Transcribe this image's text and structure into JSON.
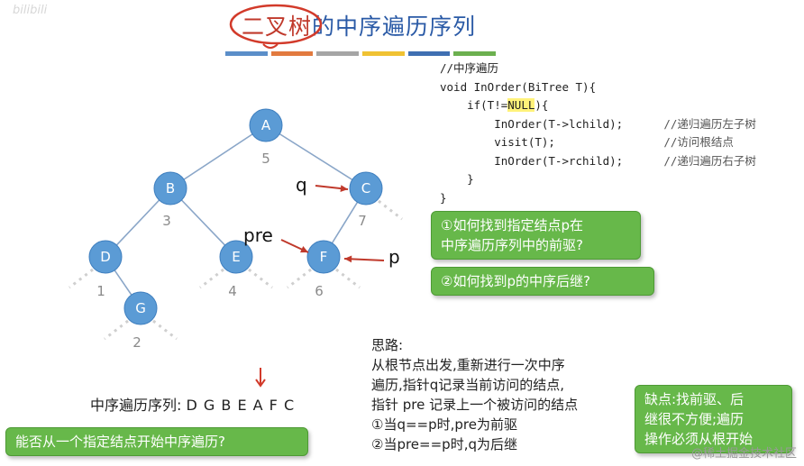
{
  "watermark_top": "bilibili",
  "title": {
    "part1": "二叉树",
    "part2": "的中序遍历序列"
  },
  "color_bar": [
    "#5b8ec9",
    "#e27a3f",
    "#a5a5a5",
    "#f0c233",
    "#3f6fb2",
    "#6cb04f"
  ],
  "code": {
    "lines": [
      {
        "text": "//中序遍历",
        "comment": ""
      },
      {
        "text": "void InOrder(BiTree T){",
        "comment": ""
      },
      {
        "text": "    if(T!=",
        "hl": "NULL",
        "after": "){",
        "comment": ""
      },
      {
        "text": "        InOrder(T->lchild);",
        "comment": "      //递归遍历左子树"
      },
      {
        "text": "        visit(T);",
        "comment": "                //访问根结点"
      },
      {
        "text": "        InOrder(T->rchild);",
        "comment": "      //递归遍历右子树"
      },
      {
        "text": "    }",
        "comment": ""
      },
      {
        "text": "}",
        "comment": ""
      }
    ]
  },
  "tree": {
    "nodes": [
      {
        "id": "A",
        "order": "5"
      },
      {
        "id": "B",
        "order": "3"
      },
      {
        "id": "C",
        "order": "7"
      },
      {
        "id": "D",
        "order": "1"
      },
      {
        "id": "E",
        "order": "4"
      },
      {
        "id": "F",
        "order": "6"
      },
      {
        "id": "G",
        "order": "2"
      }
    ],
    "pointer_q": "q",
    "pointer_pre": "pre",
    "pointer_p": "p"
  },
  "callouts": {
    "q1": "①如何找到指定结点p在\n中序遍历序列中的前驱?",
    "q2": "②如何找到p的中序后继?",
    "start": "能否从一个指定结点开始中序遍历?",
    "drawback_line1": "缺点:找前驱、后",
    "drawback_line2": "继很不方便;遍历",
    "drawback_line3": "操作必须从根开始"
  },
  "sequence": {
    "label": "中序遍历序列:",
    "value": "D G B E A F C"
  },
  "thought": {
    "title": "思路:",
    "lines": [
      "从根节点出发,重新进行一次中序",
      "遍历,指针q记录当前访问的结点,",
      "指针 pre 记录上一个被访问的结点",
      "①当q==p时,pre为前驱",
      "②当pre==p时,q为后继"
    ]
  },
  "watermark_bottom": "@稀土掘金技术社区"
}
